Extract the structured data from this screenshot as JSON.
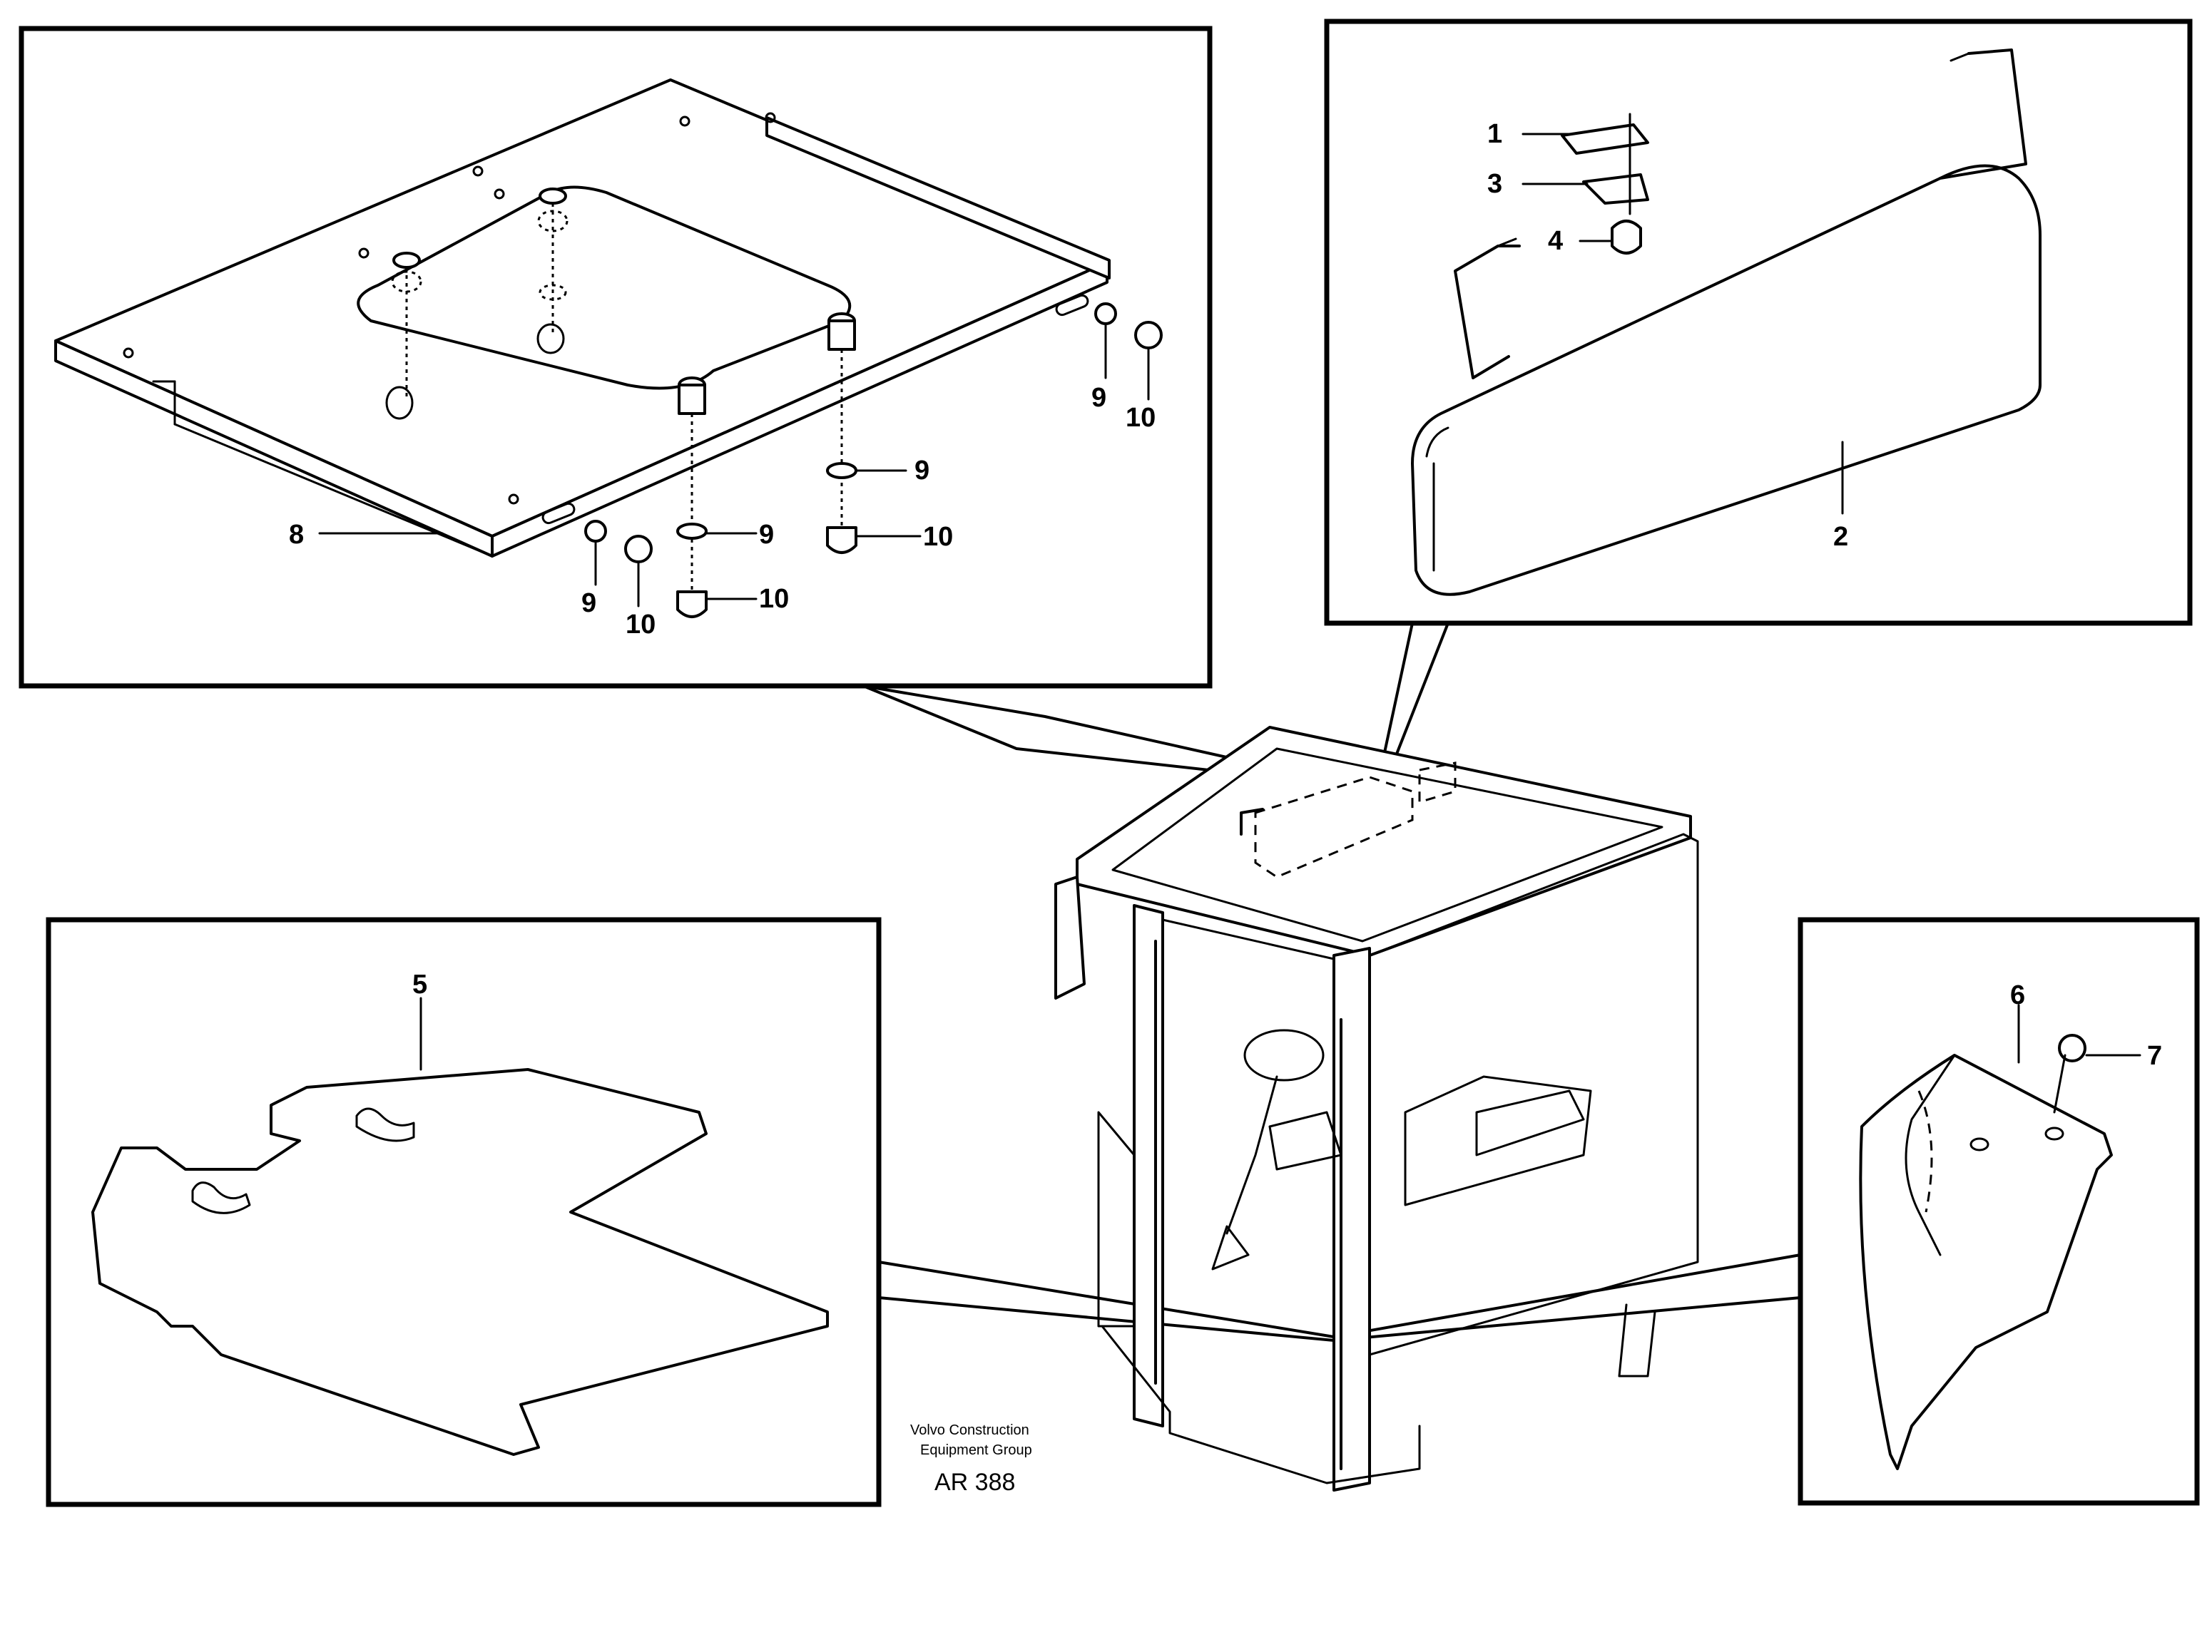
{
  "callouts": {
    "c1": "1",
    "c2": "2",
    "c3": "3",
    "c4": "4",
    "c5": "5",
    "c6": "6",
    "c7": "7",
    "c8": "8",
    "c9": "9",
    "c10": "10"
  },
  "credit": {
    "line1": "Volvo Construction",
    "line2": "Equipment Group",
    "reference": "AR 388"
  }
}
